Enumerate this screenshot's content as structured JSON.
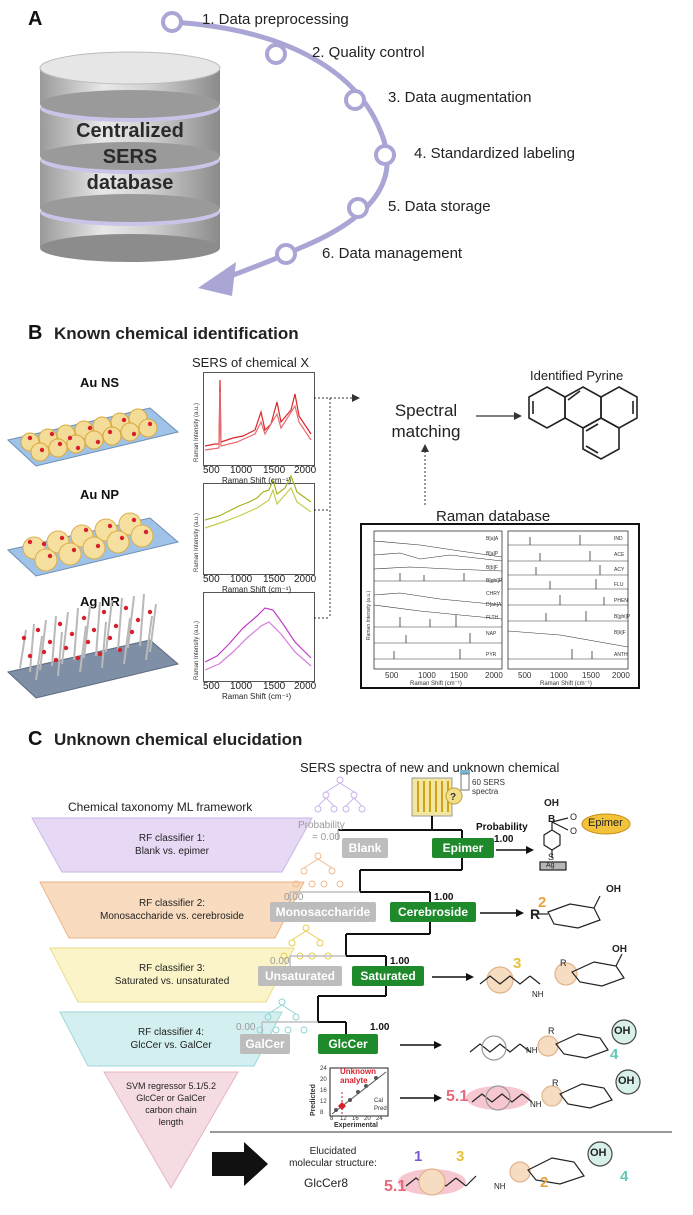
{
  "panel_a": {
    "letter": "A",
    "database_label_lines": [
      "Centralized",
      "SERS",
      "database"
    ],
    "steps": [
      "1. Data preprocessing",
      "2. Quality control",
      "3. Data augmentation",
      "4. Standardized labeling",
      "5. Data storage",
      "6. Data management"
    ]
  },
  "panel_b": {
    "letter": "B",
    "title": "Known chemical identification",
    "substrates": [
      "Au NS",
      "Au NP",
      "Ag NR"
    ],
    "sers_title": "SERS of chemical X",
    "x_ticks": [
      "500",
      "1000",
      "1500",
      "2000"
    ],
    "x_label": "Raman Shift (cm⁻¹)",
    "y_label": "Raman Intensity (a.u.)",
    "matching_lines": [
      "Spectral",
      "matching"
    ],
    "identified": "Identified Pyrine",
    "database_title": "Raman database",
    "db_x_ticks_left": [
      "500",
      "1000",
      "1500",
      "2000"
    ],
    "db_x_ticks_right": [
      "500",
      "1000",
      "1500",
      "2000"
    ],
    "db_labels_left": [
      "B[a]A",
      "B[a]P",
      "B[b]F",
      "B[ghi]P",
      "CHRY",
      "D[ah]A",
      "FLTH",
      "NAP",
      "PYR"
    ],
    "db_labels_right": [
      "IND",
      "ACE",
      "ACY",
      "FLU",
      "PHEN",
      "B[ghi]P",
      "B[k]F",
      "ANTH"
    ],
    "spectrum_colors": [
      "#d9262c",
      "#a8b21f",
      "#c23bc9"
    ]
  },
  "panel_c": {
    "letter": "C",
    "title": "Unknown chemical elucidation",
    "spectra_title": "SERS spectra of new and unknown chemical",
    "vial_label_lines": [
      "60 SERS",
      "spectra"
    ],
    "framework_title": "Chemical taxonomy ML framework",
    "classifiers": [
      {
        "lines": [
          "RF classifier 1:",
          "Blank vs. epimer"
        ],
        "color": "#e7d9f5"
      },
      {
        "lines": [
          "RF classifier 2:",
          "Monosaccharide vs. cerebroside"
        ],
        "color": "#f9dcc0"
      },
      {
        "lines": [
          "RF classifier 3:",
          "Saturated vs. unsaturated"
        ],
        "color": "#fbf4c8"
      },
      {
        "lines": [
          "RF classifier 4:",
          "GlcCer vs. GalCer"
        ],
        "color": "#d3efef"
      },
      {
        "lines": [
          "SVM regressor 5.1/5.2",
          "GlcCer or GalCer",
          "carbon chain",
          "length"
        ],
        "color": "#f5dbe2"
      }
    ],
    "nodes_grey": [
      "Blank",
      "Monosaccharide",
      "Unsaturated",
      "GalCer"
    ],
    "nodes_green": [
      "Epimer",
      "Cerebroside",
      "Saturated",
      "GlcCer"
    ],
    "prob_label": "Probability",
    "prob_grey_first": "= 0.00",
    "prob_grey": "0.00",
    "prob_one": "1.00",
    "epimer_tag": "Epimer",
    "struct_labels": {
      "oh": "OH",
      "b": "B",
      "o": "O",
      "s": "S",
      "ag": "Ag",
      "r": "R",
      "nh": "NH",
      "two": "2",
      "three": "3",
      "four": "4",
      "five_one": "5.1",
      "one": "1"
    },
    "regression": {
      "title_lines": [
        "Unknown",
        "analyte"
      ],
      "y_label": "Predicted",
      "x_label": "Experimental",
      "y_ticks": [
        "24",
        "20",
        "16",
        "12",
        "8"
      ],
      "x_ticks": [
        "8",
        "12",
        "16",
        "20",
        "24"
      ],
      "legend": [
        "Cal",
        "Pred"
      ]
    },
    "elucidated_lines": [
      "Elucidated",
      "molecular structure:"
    ],
    "compound": "GlcCer8"
  },
  "colors": {
    "arc": "#a9a6d6",
    "green_node": "#1e8a2b",
    "grey_node": "#bdbdbd",
    "gold": "#e8a23a",
    "teal": "#5fc9b8",
    "purple": "#7b5bd0",
    "pink": "#e46a7a"
  }
}
